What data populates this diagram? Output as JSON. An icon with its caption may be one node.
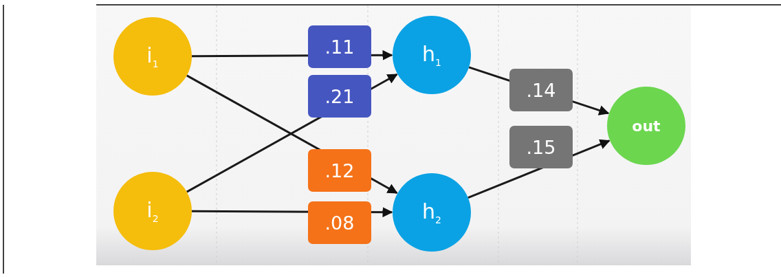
{
  "diagram": {
    "nodes": [
      {
        "text": [
          "i$_{1}$"
        ]
      },
      {
        "text": [
          "i$_{2}$"
        ]
      },
      {
        "text": [
          "h$_{1}$"
        ]
      },
      {
        "text": [
          "h$_{2}$"
        ]
      },
      {
        "text": [
          "out"
        ]
      }
    ],
    "edges": [
      {
        "from": 0,
        "to": 2,
        "arrow": "to",
        "label": ".11"
      },
      {
        "from": 1,
        "to": 2,
        "arrow": "to",
        "label": ".21"
      },
      {
        "from": 0,
        "to": 3,
        "arrow": "to",
        "label": ".12"
      },
      {
        "from": 1,
        "to": 3,
        "arrow": "to",
        "label": ".08"
      },
      {
        "from": 2,
        "to": 4,
        "arrow": "to",
        "label": ".14"
      },
      {
        "from": 3,
        "to": 4,
        "arrow": "to",
        "label": ".15"
      }
    ]
  }
}
